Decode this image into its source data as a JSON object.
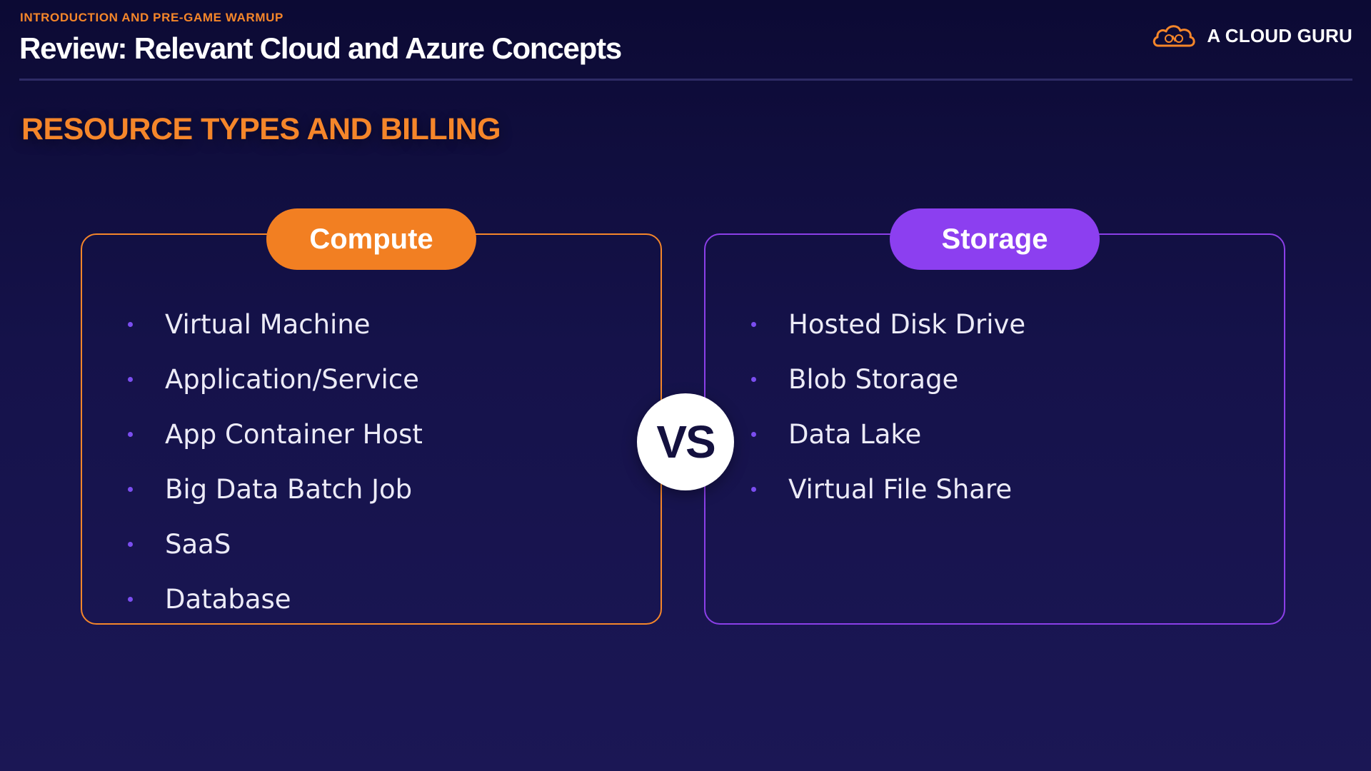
{
  "header": {
    "eyebrow": "INTRODUCTION AND PRE-GAME WARMUP",
    "title": "Review: Relevant Cloud and Azure Concepts",
    "brand": {
      "name": "A CLOUD GURU",
      "logo_icon": "cloud-logo-icon"
    }
  },
  "section": {
    "heading": "RESOURCE TYPES AND BILLING"
  },
  "compute": {
    "label": "Compute",
    "items": [
      "Virtual Machine",
      "Application/Service",
      "App Container Host",
      "Big Data Batch Job",
      "SaaS",
      "Database"
    ]
  },
  "storage": {
    "label": "Storage",
    "items": [
      "Hosted Disk Drive",
      "Blob Storage",
      "Data Lake",
      "Virtual File Share"
    ]
  },
  "versus": {
    "label": "VS"
  },
  "colors": {
    "accent_orange": "#f27f22",
    "accent_purple": "#8c3ff0",
    "background_top": "#0c0a34",
    "background_bottom": "#1b1755",
    "bullet": "#7b4df0"
  }
}
